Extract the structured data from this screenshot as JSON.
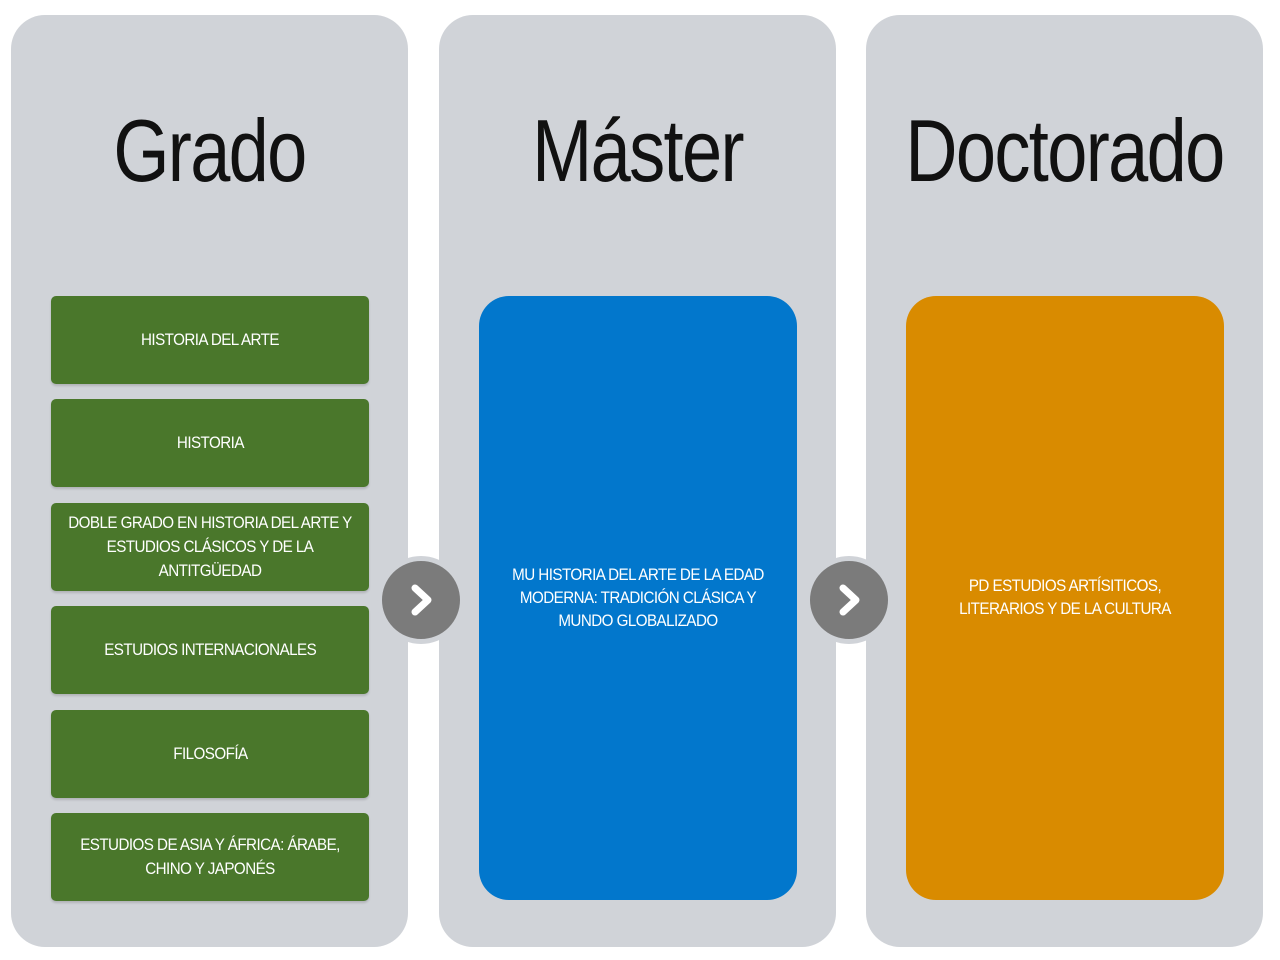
{
  "columns": {
    "grado": {
      "title": "Grado",
      "items": [
        "HISTORIA DEL ARTE",
        "HISTORIA",
        "DOBLE GRADO EN HISTORIA DEL ARTE Y ESTUDIOS CLÁSICOS Y DE LA ANTITGÜEDAD",
        "ESTUDIOS INTERNACIONALES",
        "FILOSOFÍA",
        "ESTUDIOS DE ASIA Y ÁFRICA: ÁRABE, CHINO Y JAPONÉS"
      ],
      "box_color": "#4a772b"
    },
    "master": {
      "title": "Máster",
      "text": "MU HISTORIA DEL ARTE DE LA EDAD MODERNA: TRADICIÓN CLÁSICA Y MUNDO GLOBALIZADO",
      "box_color": "#0277cc"
    },
    "doctorado": {
      "title": "Doctorado",
      "text": "PD ESTUDIOS ARTÍSITICOS, LITERARIOS Y DE LA CULTURA",
      "box_color": "#d98b00"
    }
  },
  "connectors": [
    {
      "icon": "chevron-right-icon",
      "color": "#7b7b7b"
    },
    {
      "icon": "chevron-right-icon",
      "color": "#7b7b7b"
    }
  ],
  "background_color": "#d0d3d8"
}
